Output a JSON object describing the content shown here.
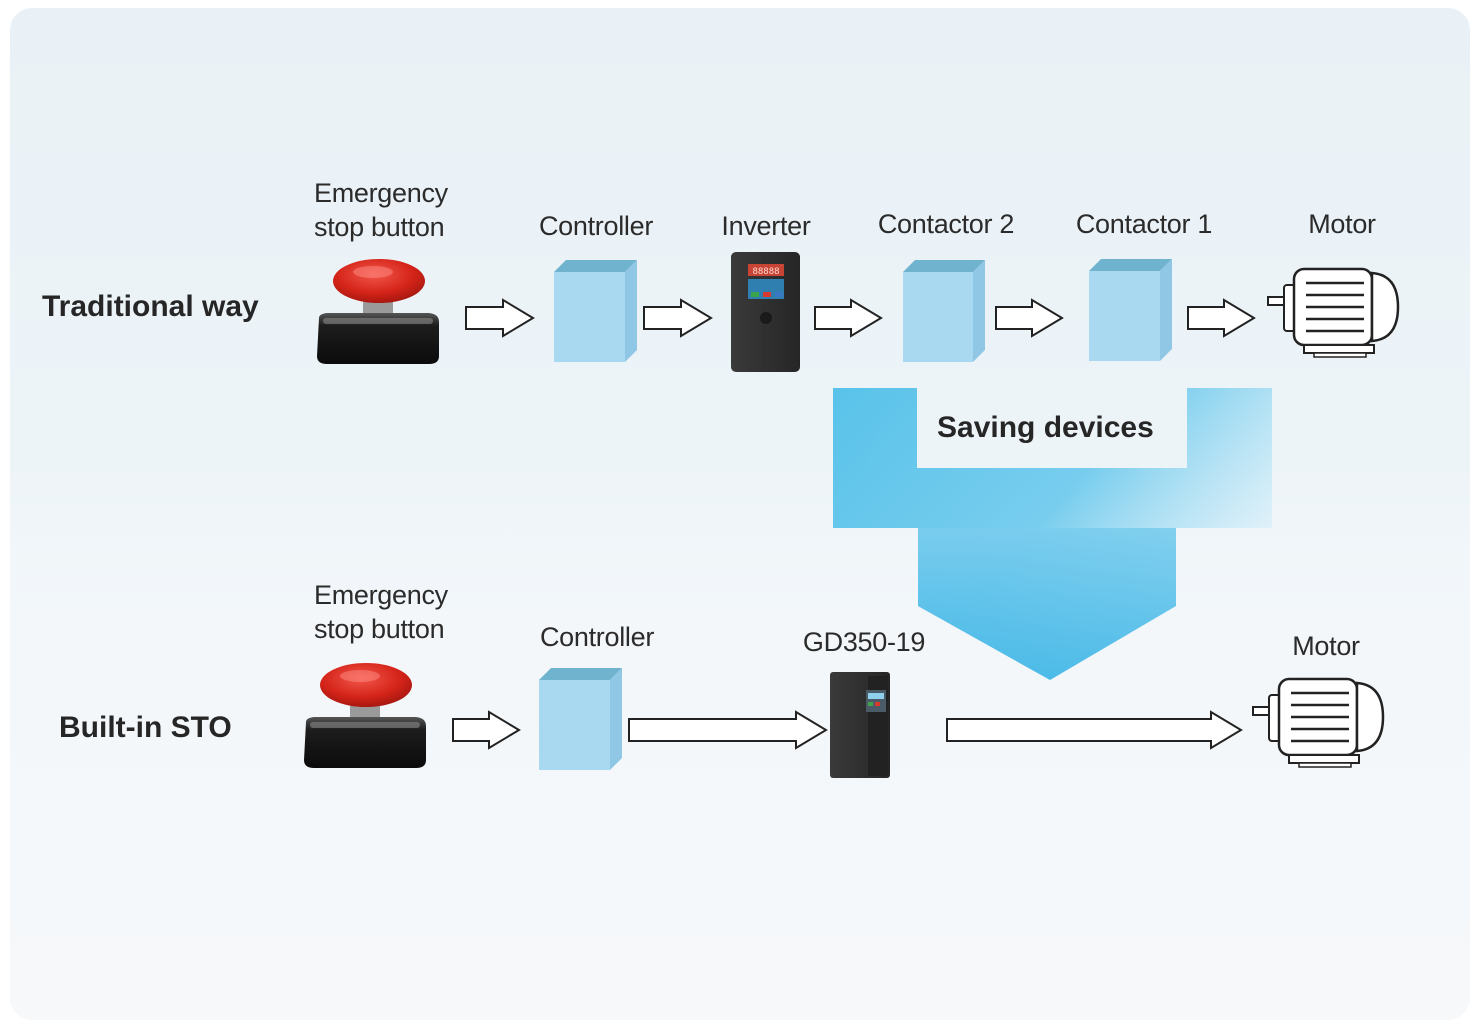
{
  "rows": {
    "traditional": "Traditional way",
    "sto": "Built-in STO"
  },
  "labels": {
    "estop_line1": "Emergency",
    "estop_line2": "stop button",
    "controller": "Controller",
    "inverter": "Inverter",
    "contactor2": "Contactor 2",
    "contactor1": "Contactor 1",
    "motor": "Motor",
    "gd350": "GD350-19"
  },
  "saving": "Saving devices",
  "inverter_display": "88888",
  "colors": {
    "box_front": "#a9d9f1",
    "box_top": "#6fb3cf",
    "box_side": "#8fc7e4",
    "estop_red": "#d9261c",
    "arrow_blue": "#4cbde7",
    "panel_bg": "#ecf3f7"
  }
}
